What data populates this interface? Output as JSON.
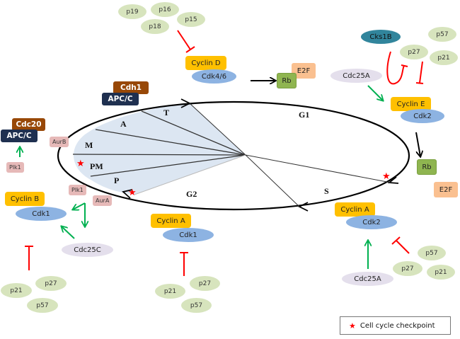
{
  "diagram": {
    "type": "cell-cycle-regulation",
    "phases": {
      "g1": "G1",
      "s": "S",
      "g2": "G2",
      "mitosis_substages": {
        "p": "P",
        "pm": "PM",
        "m": "M",
        "a": "A",
        "t": "T"
      }
    },
    "g1_cdk4_complex": {
      "inhibitors": [
        "p19",
        "p16",
        "p15",
        "p18"
      ],
      "cyclin": "Cyclin D",
      "cdk": "Cdk4/6",
      "target": {
        "rb": "Rb",
        "e2f": "E2F"
      }
    },
    "g1s_cdk2_complex": {
      "activator": "Cdc25A",
      "cks": "Cks1B",
      "inhibitors": [
        "p57",
        "p27",
        "p21"
      ],
      "cyclin": "Cyclin E",
      "cdk": "Cdk2",
      "target": {
        "rb": "Rb",
        "e2f": "E2F"
      }
    },
    "s_cdk2_complex": {
      "cyclin": "Cyclin A",
      "cdk": "Cdk2",
      "activator": "Cdc25A",
      "inhibitors": [
        "p57",
        "p27",
        "p21"
      ]
    },
    "g2_cdk1_complex": {
      "cyclin": "Cyclin A",
      "cdk": "Cdk1",
      "inhibitors": [
        "p21",
        "p27",
        "p57"
      ]
    },
    "m_cdk1_complex": {
      "cyclin": "Cyclin B",
      "cdk": "Cdk1",
      "activator": "Cdc25C",
      "kinases": [
        "Plk1",
        "AurA"
      ],
      "inhibitors": [
        "p21",
        "p27",
        "p57"
      ]
    },
    "apc_cdc20": {
      "apc": "APC/C",
      "cofactor": "Cdc20",
      "kinase": "Plk1",
      "aurora": "AurB"
    },
    "apc_cdh1": {
      "apc": "APC/C",
      "cofactor": "Cdh1"
    },
    "legend": {
      "symbol": "★",
      "label": "Cell cycle checkpoint"
    },
    "colors": {
      "cyclin": "#ffc000",
      "cdk": "#8db3e2",
      "inhibitor": "#d7e4bd",
      "activation_arrow": "#00b050",
      "inhibition_line": "#ff0000",
      "mitosis_fill": "#dce6f2",
      "apc": "#1f3050",
      "cofactor": "#984807"
    }
  }
}
